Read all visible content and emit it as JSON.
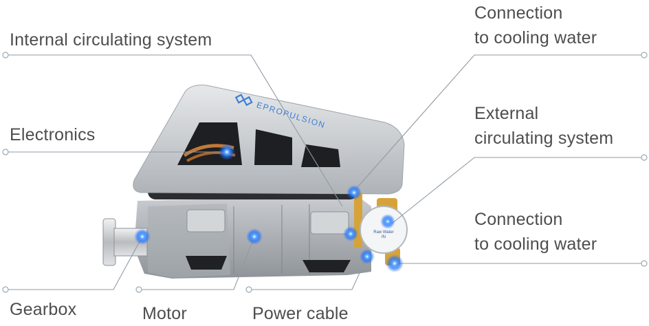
{
  "brand": {
    "logo_text": "EPROPULSION",
    "pump_text": [
      "Raw Water",
      "IN"
    ]
  },
  "callouts": {
    "internal_circulating": {
      "lines": [
        "Internal circulating system"
      ]
    },
    "electronics": {
      "lines": [
        "Electronics"
      ]
    },
    "gearbox": {
      "lines": [
        "Gearbox"
      ]
    },
    "motor": {
      "lines": [
        "Motor"
      ]
    },
    "power_cable": {
      "lines": [
        "Power cable"
      ]
    },
    "connection_top": {
      "lines": [
        "Connection",
        "to cooling water"
      ]
    },
    "external_circulating": {
      "lines": [
        "External",
        "circulating system"
      ]
    },
    "connection_bottom": {
      "lines": [
        "Connection",
        "to cooling water"
      ]
    }
  },
  "colors": {
    "text": "#4d4d4d",
    "leader": "#8f9aa3",
    "hotspot": "#1e6fff",
    "casing": "#c9cdd1",
    "accent_brass": "#d6a33a"
  }
}
